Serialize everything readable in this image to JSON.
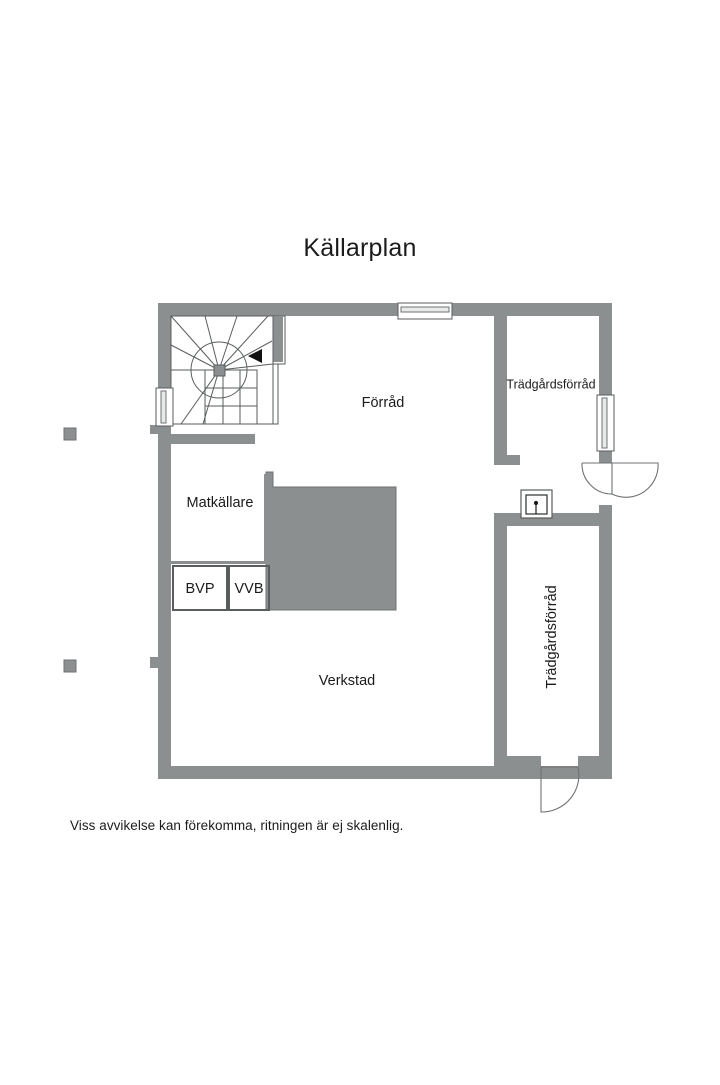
{
  "page": {
    "title": "Källarplan",
    "footnote": "Viss avvikelse kan förekomma, ritningen är ej skalenlig.",
    "background_color": "#ffffff",
    "wall_color": "#8c8f90",
    "text_color": "#1b1b1b",
    "slab_color": "#8c8f90"
  },
  "rooms": [
    {
      "id": "forrad",
      "label": "Förråd",
      "orientation": "horizontal"
    },
    {
      "id": "tradgardsforrad-upper",
      "label": "Trädgårdsförråd",
      "orientation": "horizontal"
    },
    {
      "id": "tradgardsforrad-right",
      "label": "Trädgårdsförråd",
      "orientation": "vertical"
    },
    {
      "id": "matkallare",
      "label": "Matkällare",
      "orientation": "horizontal"
    },
    {
      "id": "bvp",
      "label": "BVP",
      "orientation": "horizontal"
    },
    {
      "id": "vvb",
      "label": "VVB",
      "orientation": "horizontal"
    },
    {
      "id": "verkstad",
      "label": "Verkstad",
      "orientation": "horizontal"
    }
  ],
  "fixtures": [
    {
      "id": "spiral-staircase",
      "name": "spiral-staircase"
    },
    {
      "id": "electrical-panel",
      "name": "electrical-panel"
    },
    {
      "id": "window-top",
      "name": "window"
    },
    {
      "id": "window-left",
      "name": "window"
    },
    {
      "id": "window-right",
      "name": "window"
    },
    {
      "id": "door-right-double",
      "name": "door"
    },
    {
      "id": "door-bottom",
      "name": "door"
    },
    {
      "id": "slab-block",
      "name": "raised-slab"
    },
    {
      "id": "marker-upper",
      "name": "exterior-marker"
    },
    {
      "id": "marker-lower",
      "name": "exterior-marker"
    }
  ]
}
